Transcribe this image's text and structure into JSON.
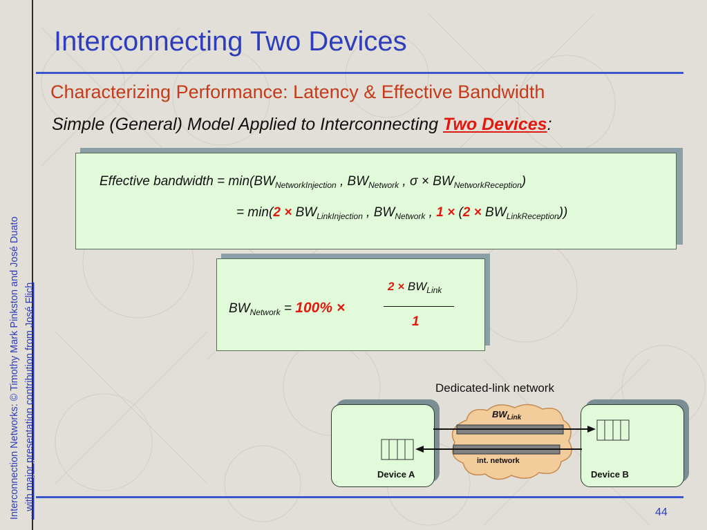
{
  "slide": {
    "title": "Interconnecting Two Devices",
    "subtitle": "Characterizing Performance: Latency & Effective Bandwidth",
    "subline_prefix": "Simple (General) Model Applied to Interconnecting ",
    "subline_highlight": "Two Devices",
    "subline_suffix": ":",
    "side_text_1": "Interconnection Networks: © Timothy Mark Pinkston and José Duato",
    "side_text_2": "...with major presentation contribution from José Flich",
    "page_number": "44"
  },
  "formula1": {
    "lhs": "Effective bandwidth = min(BW",
    "sub_ni": "NetworkInjection",
    "bw": "BW",
    "sub_net": "Network",
    "sigma": "σ × BW",
    "sub_nr": "NetworkReception",
    "eq2": "= min(",
    "two": "2",
    "times": "×",
    "bw_li": "BW",
    "sub_li": "LinkInjection",
    "one": "1",
    "bw_lr": "BW",
    "sub_lr": "LinkReception"
  },
  "formula2": {
    "lhs_bw": "BW",
    "lhs_sub": "Network",
    "eq": "=",
    "pct": "100% ×",
    "num_two": "2",
    "num_times": "×",
    "num_bw": "BW",
    "num_sub": "Link",
    "den": "1"
  },
  "diagram": {
    "network_label": "Dedicated-link network",
    "cloud_bw": "BW",
    "cloud_sub": "Link",
    "cloud_net": "int. network",
    "device_a": "Device A",
    "device_b": "Device B"
  },
  "colors": {
    "title": "#2e3dbb",
    "subtitle": "#c53a18",
    "highlight": "#e0180e",
    "box_fill": "#e1fad9",
    "cloud_fill": "#f3cc9c"
  }
}
